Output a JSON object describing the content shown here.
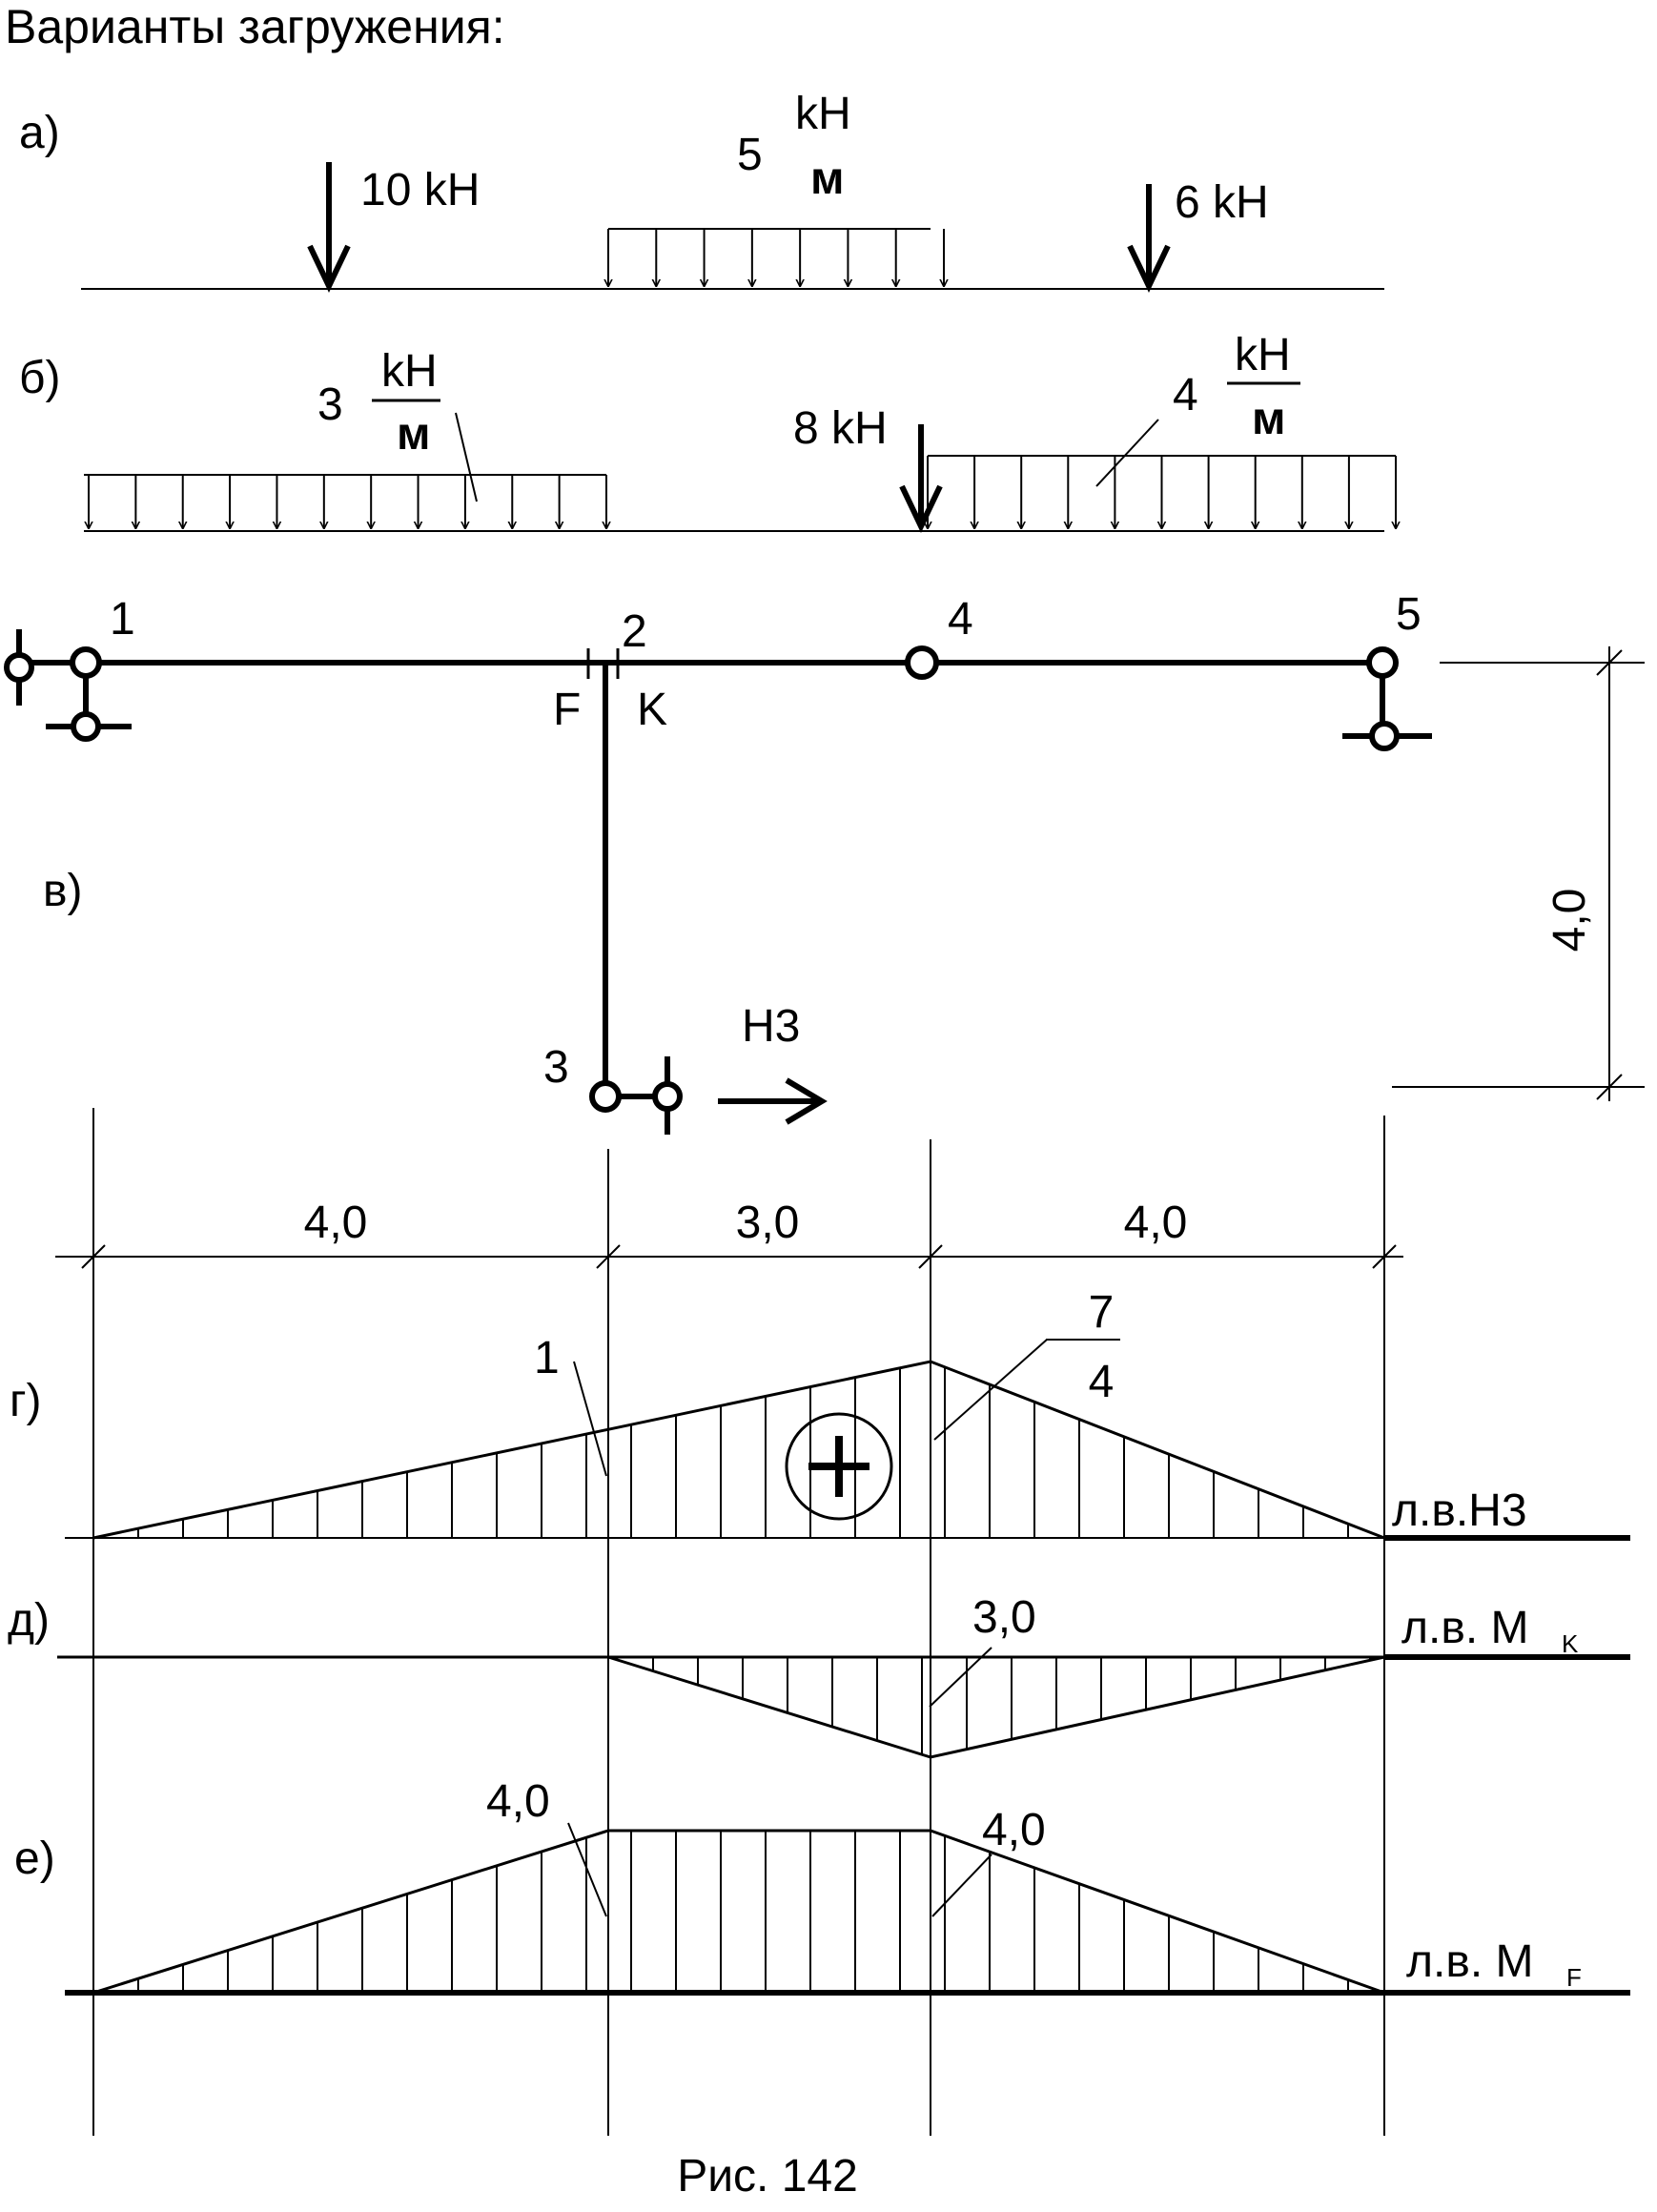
{
  "title": "Варианты загружения:",
  "caption": "Рис. 142",
  "load_cases": {
    "a": {
      "label": "а)",
      "force1": "10 kH",
      "force2": "6 kH",
      "dist_value": "5",
      "unit_num": "kH",
      "unit_den": "м"
    },
    "b": {
      "label": "б)",
      "dist1_value": "3",
      "dist2_value": "4",
      "force": "8 kH",
      "unit_num": "kH",
      "unit_den": "м"
    }
  },
  "frame": {
    "label": "в)",
    "nodes": [
      "1",
      "2",
      "3",
      "4",
      "5"
    ],
    "section_f": "F",
    "section_k": "K",
    "reaction": "H3",
    "height_dim": "4,0",
    "span_dims": [
      "4,0",
      "3,0",
      "4,0"
    ]
  },
  "influence_lines": [
    {
      "label": "г)",
      "name": "л.в.H3",
      "value_left": "1",
      "value_peak_num": "7",
      "value_peak_den": "4",
      "sign": "+"
    },
    {
      "label": "д)",
      "name": "л.в. M",
      "subscript": "K",
      "value": "3,0"
    },
    {
      "label": "е)",
      "name": "л.в. M",
      "subscript": "F",
      "value_left": "4,0",
      "value_right": "4,0"
    }
  ]
}
